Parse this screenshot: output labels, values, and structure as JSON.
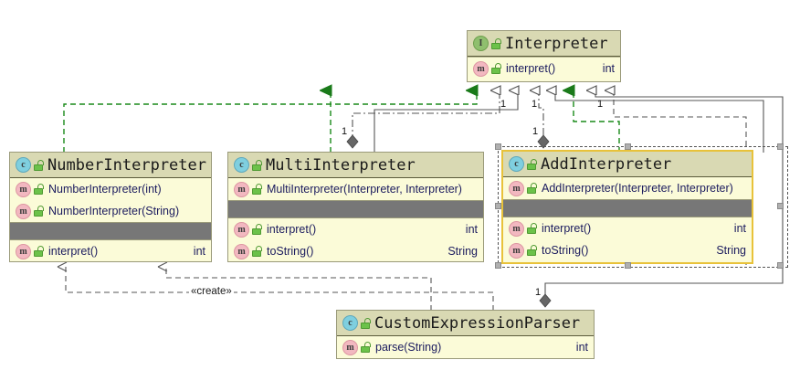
{
  "diagram": {
    "type": "uml-class-diagram",
    "background": "#ffffff",
    "colors": {
      "class_header_fill": "#d9d9b3",
      "class_body_fill": "#fbfbd8",
      "class_border": "#9a9a7a",
      "selected_border": "#e8c23a",
      "separator_band": "#777777",
      "realization_arrow": "#1a7a1a",
      "generalization_arrow": "#555555",
      "text": "#1b1b5e",
      "title_text": "#1a1a1a"
    }
  },
  "classes": [
    {
      "id": "interpreter",
      "name": "Interpreter",
      "kind_icon": "interface-icon",
      "kind_letter": "I",
      "visibility_icon": "unlock-icon",
      "selected": false,
      "sections": [
        {
          "kind": "methods",
          "members": [
            {
              "icon": "method-icon",
              "letter": "m",
              "visibility_icon": "unlock-icon",
              "name": "interpret()",
              "type": "int"
            }
          ]
        }
      ]
    },
    {
      "id": "number-interpreter",
      "name": "NumberInterpreter",
      "kind_icon": "class-icon",
      "kind_letter": "c",
      "visibility_icon": "unlock-icon",
      "selected": false,
      "sections": [
        {
          "kind": "constructors",
          "members": [
            {
              "icon": "method-icon",
              "letter": "m",
              "visibility_icon": "unlock-icon",
              "name": "NumberInterpreter(int)",
              "type": ""
            },
            {
              "icon": "method-icon",
              "letter": "m",
              "visibility_icon": "unlock-icon",
              "name": "NumberInterpreter(String)",
              "type": ""
            }
          ]
        },
        {
          "kind": "band",
          "members": []
        },
        {
          "kind": "methods",
          "members": [
            {
              "icon": "method-icon",
              "letter": "m",
              "visibility_icon": "unlock-icon",
              "name": "interpret()",
              "type": "int"
            }
          ]
        }
      ]
    },
    {
      "id": "multi-interpreter",
      "name": "MultiInterpreter",
      "kind_icon": "class-icon",
      "kind_letter": "c",
      "visibility_icon": "unlock-icon",
      "selected": false,
      "sections": [
        {
          "kind": "constructors",
          "members": [
            {
              "icon": "method-icon",
              "letter": "m",
              "visibility_icon": "unlock-icon",
              "name": "MultiInterpreter(Interpreter, Interpreter)",
              "type": ""
            }
          ]
        },
        {
          "kind": "band",
          "members": []
        },
        {
          "kind": "methods",
          "members": [
            {
              "icon": "method-icon",
              "letter": "m",
              "visibility_icon": "unlock-icon",
              "name": "interpret()",
              "type": "int"
            },
            {
              "icon": "method-icon",
              "letter": "m",
              "visibility_icon": "unlock-icon",
              "name": "toString()",
              "type": "String"
            }
          ]
        }
      ]
    },
    {
      "id": "add-interpreter",
      "name": "AddInterpreter",
      "kind_icon": "class-icon",
      "kind_letter": "c",
      "visibility_icon": "unlock-icon",
      "selected": true,
      "sections": [
        {
          "kind": "constructors",
          "members": [
            {
              "icon": "method-icon",
              "letter": "m",
              "visibility_icon": "unlock-icon",
              "name": "AddInterpreter(Interpreter, Interpreter)",
              "type": ""
            }
          ]
        },
        {
          "kind": "band",
          "members": []
        },
        {
          "kind": "methods",
          "members": [
            {
              "icon": "method-icon",
              "letter": "m",
              "visibility_icon": "unlock-icon",
              "name": "interpret()",
              "type": "int"
            },
            {
              "icon": "method-icon",
              "letter": "m",
              "visibility_icon": "unlock-icon",
              "name": "toString()",
              "type": "String"
            }
          ]
        }
      ]
    },
    {
      "id": "custom-expression-parser",
      "name": "CustomExpressionParser",
      "kind_icon": "class-icon",
      "kind_letter": "c",
      "visibility_icon": "unlock-icon",
      "selected": false,
      "sections": [
        {
          "kind": "methods",
          "members": [
            {
              "icon": "method-icon",
              "letter": "m",
              "visibility_icon": "unlock-icon",
              "name": "parse(String)",
              "type": "int"
            }
          ]
        }
      ]
    }
  ],
  "edge_labels": {
    "multiplicity": [
      "1",
      "1",
      "1",
      "1",
      "1",
      "1"
    ],
    "stereotype_create": "«create»"
  },
  "relationships": [
    {
      "from": "number-interpreter",
      "to": "interpreter",
      "kind": "realization"
    },
    {
      "from": "multi-interpreter",
      "to": "interpreter",
      "kind": "realization"
    },
    {
      "from": "add-interpreter",
      "to": "interpreter",
      "kind": "realization"
    },
    {
      "from": "multi-interpreter",
      "to": "interpreter",
      "kind": "composition",
      "multiplicity": "1"
    },
    {
      "from": "add-interpreter",
      "to": "interpreter",
      "kind": "composition",
      "multiplicity": "1"
    },
    {
      "from": "custom-expression-parser",
      "to": "interpreter",
      "kind": "composition",
      "multiplicity": "1"
    },
    {
      "from": "custom-expression-parser",
      "to": "number-interpreter",
      "kind": "dependency",
      "stereotype": "«create»"
    },
    {
      "from": "custom-expression-parser",
      "to": "add-interpreter",
      "kind": "dependency"
    }
  ]
}
